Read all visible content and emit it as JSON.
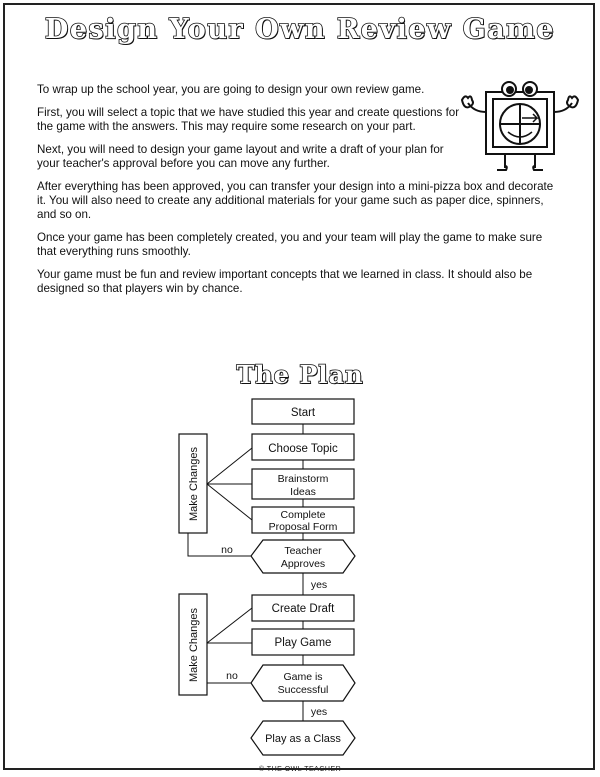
{
  "title": "Design Your Own Review Game",
  "paragraphs": [
    "To wrap up the school year, you are going to design your own review game.",
    "First, you will select a topic that we have studied this year and create questions for the game with the answers. This may require some research on your part.",
    "Next, you will need to design your game layout and write a draft of your plan for your teacher's approval before you can move any further.",
    "After everything has been approved, you can transfer your design into a mini-pizza box and decorate it. You will also need to create any additional materials for your game such as paper dice, spinners, and so on.",
    "Once your game has been completely created, you and your team will play the game to make sure that everything runs smoothly.",
    "Your game must be fun and review important concepts that we learned in class. It should also be designed so that players win by chance."
  ],
  "plan_title": "The Plan",
  "flow": {
    "start": "Start",
    "choose_topic": "Choose Topic",
    "brainstorm_line1": "Brainstorm",
    "brainstorm_line2": "Ideas",
    "proposal_line1": "Complete",
    "proposal_line2": "Proposal Form",
    "teacher_line1": "Teacher",
    "teacher_line2": "Approves",
    "create_draft": "Create Draft",
    "play_game": "Play Game",
    "successful_line1": "Game is",
    "successful_line2": "Successful",
    "play_class": "Play as a Class",
    "make_changes_1": "Make Changes",
    "make_changes_2": "Make Changes",
    "no_1": "no",
    "no_2": "no",
    "yes_1": "yes",
    "yes_2": "yes"
  },
  "footer": "© THE OWL TEACHER"
}
